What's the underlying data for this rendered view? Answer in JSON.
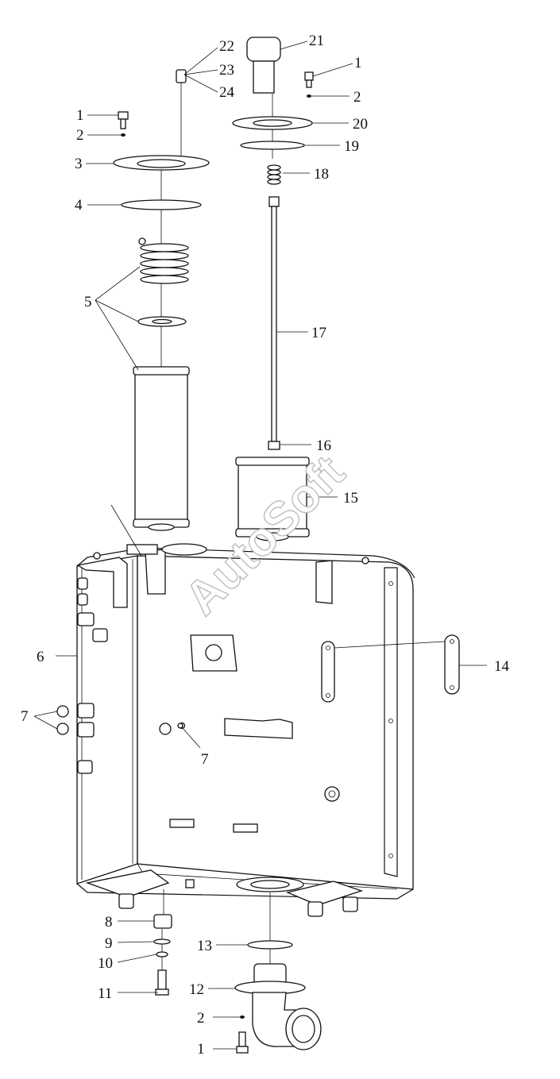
{
  "watermark": "AutoSoft",
  "callouts": {
    "c1a": "1",
    "c2a": "2",
    "c3": "3",
    "c4": "4",
    "c5": "5",
    "c6": "6",
    "c7a": "7",
    "c7b": "7",
    "c8": "8",
    "c9": "9",
    "c10": "10",
    "c11": "11",
    "c12": "12",
    "c13": "13",
    "c14": "14",
    "c15": "15",
    "c16": "16",
    "c17": "17",
    "c18": "18",
    "c19": "19",
    "c20": "20",
    "c21": "21",
    "c1b": "1",
    "c2b": "2",
    "c22": "22",
    "c23": "23",
    "c24": "24",
    "c2c": "2",
    "c1c": "1"
  }
}
